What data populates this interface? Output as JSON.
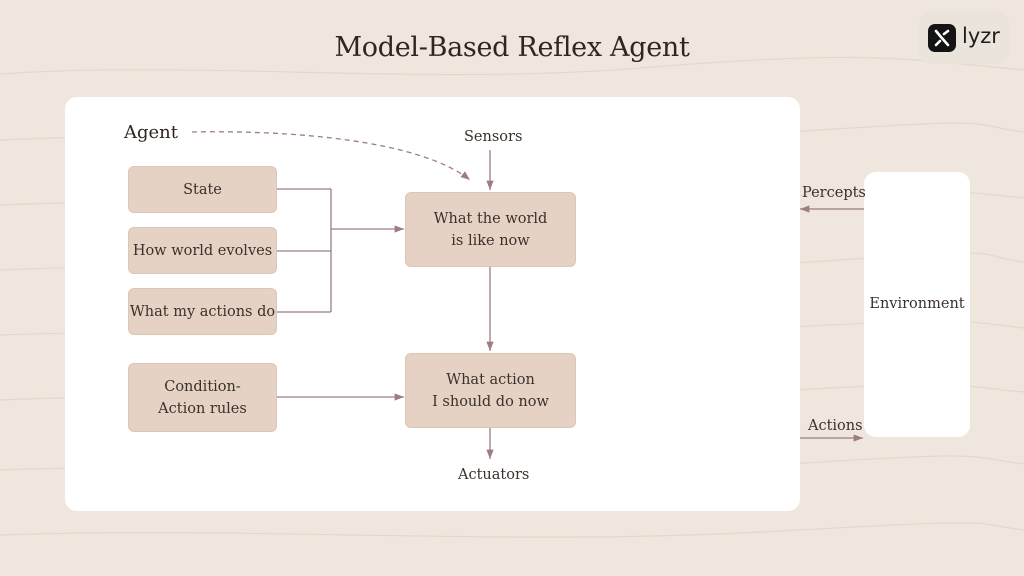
{
  "title": "Model-Based Reflex Agent",
  "logo": {
    "text": "lyzr",
    "icon": "lyzr-logo-icon"
  },
  "agent": {
    "label": "Agent",
    "state": "State",
    "how_world_evolves": "How world evolves",
    "what_my_actions_do": "What my actions do",
    "condition_action_rules": [
      "Condition-",
      "Action rules"
    ],
    "world_now": [
      "What the world",
      "is like now"
    ],
    "what_action": [
      "What action",
      "I should do now"
    ],
    "sensors": "Sensors",
    "actuators": "Actuators"
  },
  "environment": {
    "label": "Environment",
    "percepts": "Percepts",
    "actions": "Actions"
  },
  "colors": {
    "background": "#efe7dd",
    "box_fill": "#e5d2c4",
    "connector": "#9c7e80",
    "card": "#ffffff"
  }
}
